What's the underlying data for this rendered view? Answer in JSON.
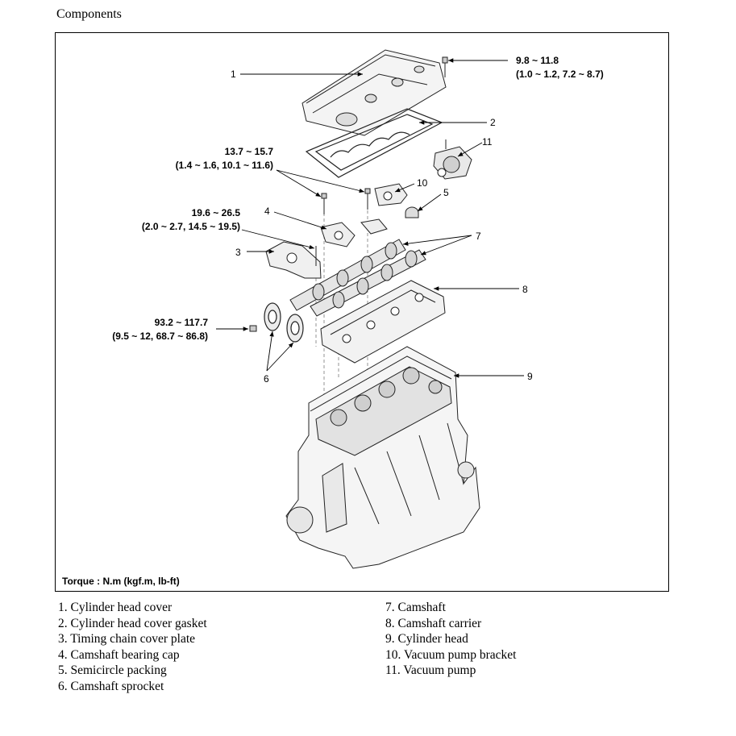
{
  "title": "Components",
  "torque_note": "Torque : N.m (kgf.m, lb-ft)",
  "callouts": {
    "c1": "1",
    "c2": "2",
    "c3": "3",
    "c4": "4",
    "c5": "5",
    "c6": "6",
    "c7": "7",
    "c8": "8",
    "c9": "9",
    "c10": "10",
    "c11": "11"
  },
  "torques": {
    "cover_bolt": [
      "9.8 ~ 11.8",
      "(1.0 ~ 1.2, 7.2 ~ 8.7)"
    ],
    "cap_bolt": [
      "13.7 ~ 15.7",
      "(1.4 ~ 1.6, 10.1 ~ 11.6)"
    ],
    "plate_bolt": [
      "19.6 ~ 26.5",
      "(2.0 ~ 2.7, 14.5 ~ 19.5)"
    ],
    "sprocket_bolt": [
      "93.2 ~ 117.7",
      "(9.5 ~ 12, 68.7 ~ 86.8)"
    ]
  },
  "parts_left": [
    "1. Cylinder head cover",
    "2. Cylinder head cover gasket",
    "3. Timing chain cover plate",
    "4. Camshaft bearing cap",
    "5. Semicircle packing",
    "6. Camshaft sprocket"
  ],
  "parts_right": [
    "7. Camshaft",
    "8. Camshaft carrier",
    "9. Cylinder head",
    "10. Vacuum pump bracket",
    "11. Vacuum pump"
  ]
}
